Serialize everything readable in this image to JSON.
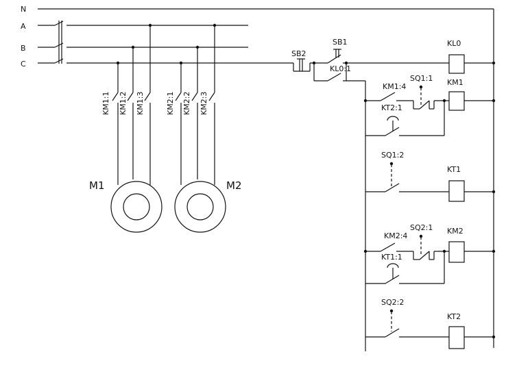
{
  "buses": {
    "n": "N",
    "a": "A",
    "b": "B",
    "c": "C"
  },
  "motor_contacts": [
    "KM1:1",
    "KM1:2",
    "KM1:3",
    "KM2:1",
    "KM2:2",
    "KM2:3"
  ],
  "motors": {
    "m1": "M1",
    "m2": "M2"
  },
  "control": {
    "sb2": "SB2",
    "sb1": "SB1",
    "kl0_contact": "KL0:1",
    "kl0_coil": "KL0",
    "km1_4": "KM1:4",
    "sq1_1": "SQ1:1",
    "kt2_1": "KT2:1",
    "km1_coil": "KM1",
    "sq1_2": "SQ1:2",
    "kt1_coil": "KT1",
    "km2_4": "KM2:4",
    "sq2_1": "SQ2:1",
    "kt1_1": "KT1:1",
    "km2_coil": "KM2",
    "sq2_2": "SQ2:2",
    "kt2_coil": "KT2"
  }
}
